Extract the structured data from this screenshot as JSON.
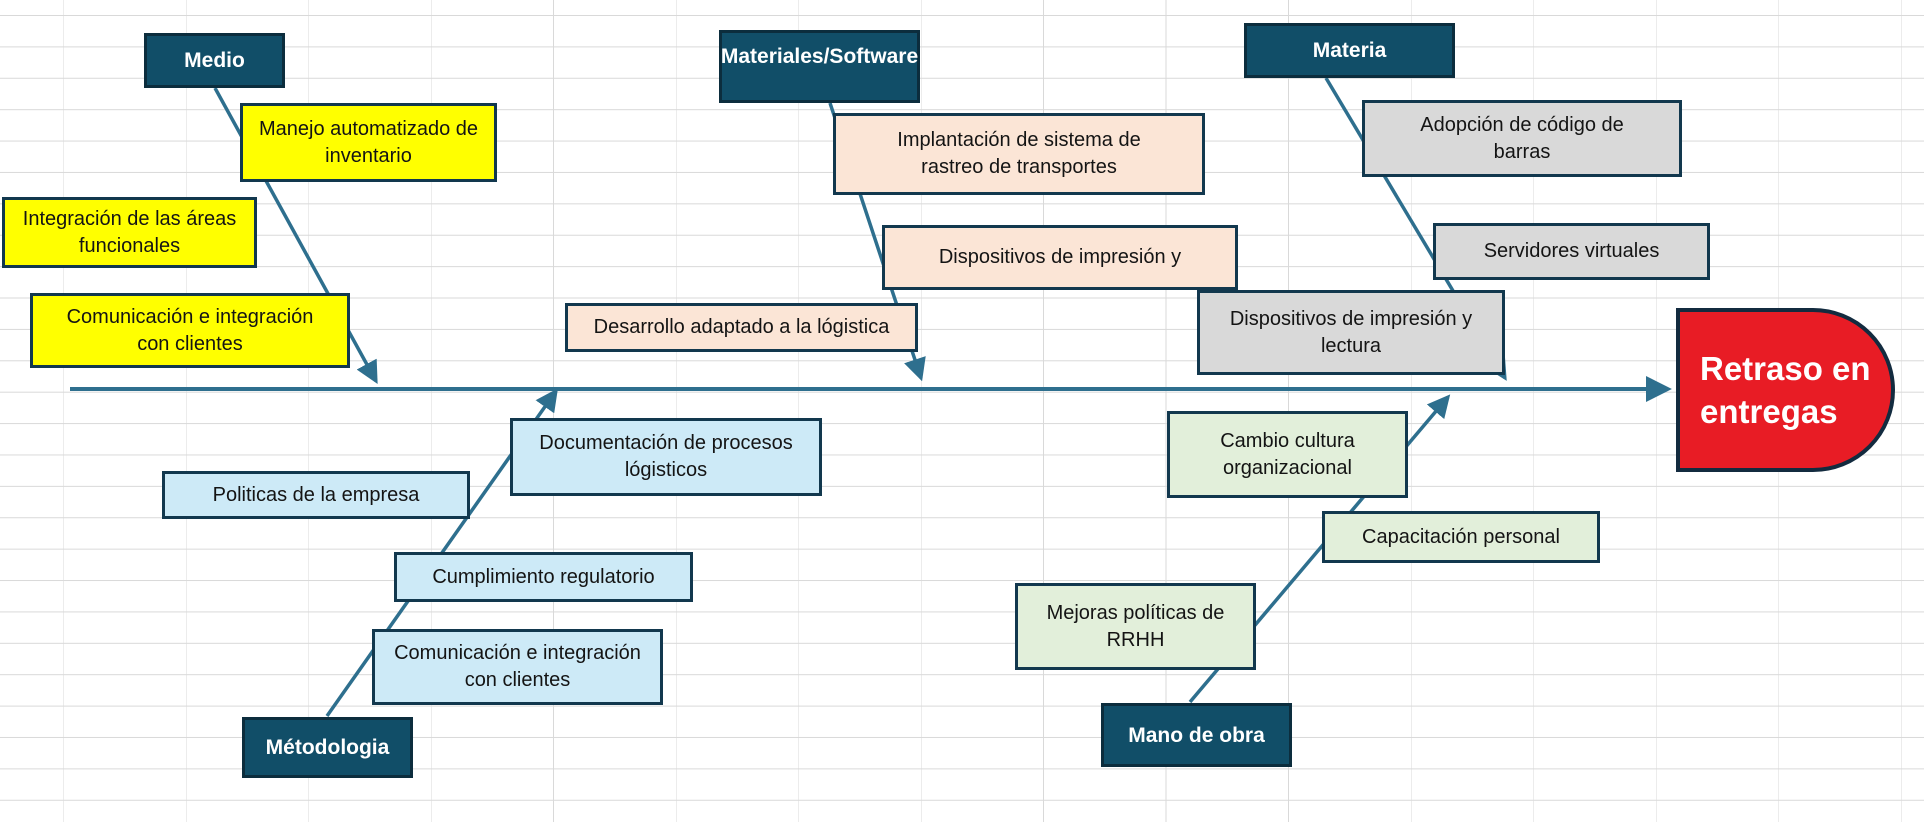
{
  "effect": {
    "label": "Retraso en\nentregas"
  },
  "categories": [
    {
      "label": "Medio"
    },
    {
      "label": "Materiales/Software"
    },
    {
      "label": "Materia"
    },
    {
      "label": "Métodologia"
    },
    {
      "label": "Mano de obra"
    }
  ],
  "causes": {
    "medio": [
      "Manejo automatizado de\ninventario",
      "Integración de las áreas\nfuncionales",
      "Comunicación e integración\ncon clientes"
    ],
    "materiales_software": [
      "Implantación de sistema de\nrastreo de transportes",
      "Dispositivos de impresión  y",
      "Desarrollo adaptado a la lógistica"
    ],
    "materia": [
      "Adopción de código de\nbarras",
      "Servidores virtuales",
      "Dispositivos de impresión  y\nlectura"
    ],
    "metodologia": [
      "Documentación de procesos\nlógisticos",
      "Politicas de la empresa",
      "Cumplimiento regulatorio",
      "Comunicación e integración\ncon clientes"
    ],
    "mano_de_obra": [
      "Cambio cultura\norganizacional",
      "Capacitación  personal",
      "Mejoras políticas de\nRRHH"
    ]
  },
  "colors": {
    "category_fill": "#114e68",
    "category_border": "#0c2d3d",
    "cause_border": "#12384e",
    "yellow_fill": "#ffff00",
    "peach_fill": "#fbe5d6",
    "gray_fill": "#d9d9d9",
    "blue_fill": "#cdeaf7",
    "green_fill": "#e2efda",
    "effect_fill": "#e81c25",
    "line": "#2e6f8e",
    "grid_line": "#d9d9d9"
  }
}
